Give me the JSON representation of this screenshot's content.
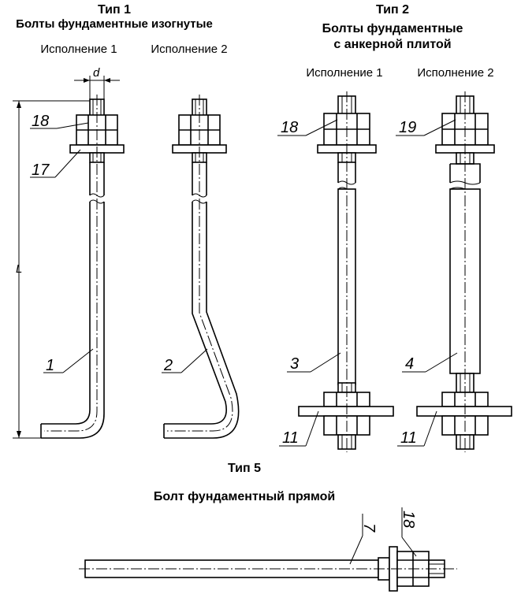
{
  "type1": {
    "title": "Тип 1",
    "subtitle": "Болты фундаментные изогнутые",
    "variant1": "Исполнение 1",
    "variant2": "Исполнение 2",
    "dim_d": "d",
    "dim_L": "L",
    "callouts": [
      "18",
      "17",
      "1",
      "2"
    ]
  },
  "type2": {
    "title": "Тип 2",
    "subtitle_line1": "Болты фундаментные",
    "subtitle_line2": "с анкерной плитой",
    "variant1": "Исполнение 1",
    "variant2": "Исполнение 2",
    "callouts": [
      "18",
      "19",
      "3",
      "4",
      "11",
      "11"
    ]
  },
  "type5": {
    "title": "Тип 5",
    "subtitle": "Болт фундаментный прямой",
    "callouts": [
      "7",
      "18"
    ]
  }
}
